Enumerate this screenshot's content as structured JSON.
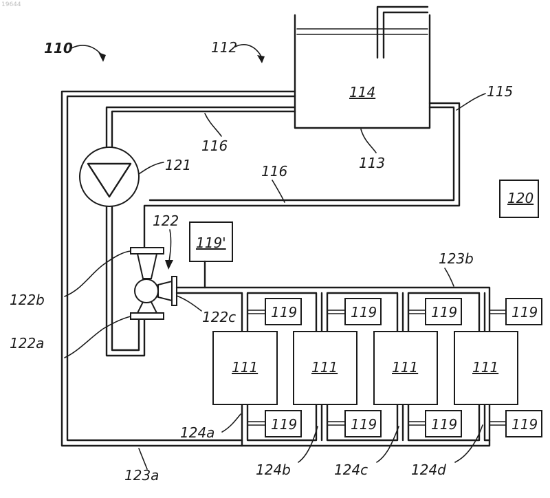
{
  "watermark": "19644",
  "labels": {
    "system": "110",
    "tank_assembly": "112",
    "tank_contents": "114",
    "tank": "113",
    "return_line": "115",
    "supply_line_top": "116",
    "supply_line_mid": "116",
    "pump": "121",
    "controller": "120",
    "valve": "122",
    "valve_port_b": "122b",
    "valve_port_a": "122a",
    "valve_port_c": "122c",
    "sensor_main": "119'",
    "manifold_top": "123b",
    "manifold_bottom": "123a",
    "branch_a": "124a",
    "branch_b": "124b",
    "branch_c": "124c",
    "branch_d": "124d"
  },
  "units": [
    "111",
    "111",
    "111",
    "111"
  ],
  "sensors_top": [
    "119",
    "119",
    "119",
    "119"
  ],
  "sensors_bottom": [
    "119",
    "119",
    "119",
    "119"
  ]
}
